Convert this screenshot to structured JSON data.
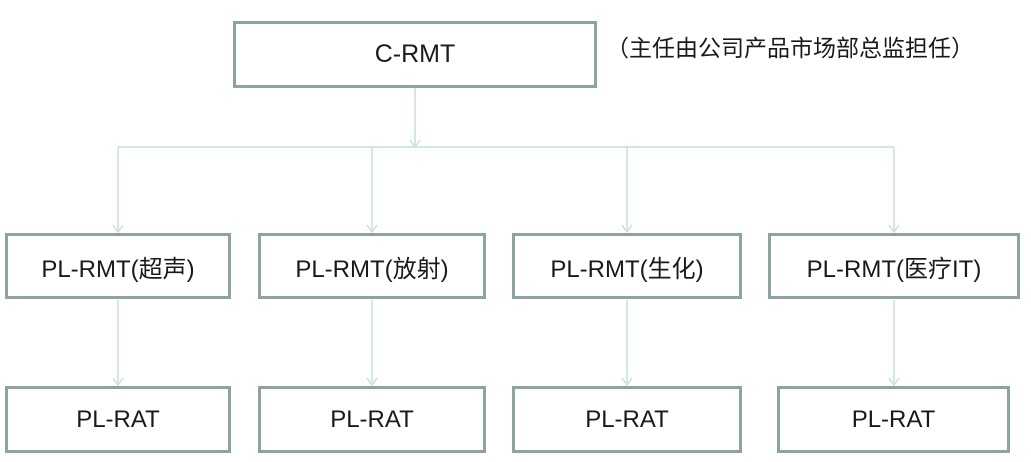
{
  "org": {
    "top": {
      "label": "C-RMT"
    },
    "note": "（主任由公司产品市场部总监担任）",
    "mid": [
      {
        "label": "PL-RMT(超声)"
      },
      {
        "label": "PL-RMT(放射)"
      },
      {
        "label": "PL-RMT(生化)"
      },
      {
        "label": "PL-RMT(医疗IT)"
      }
    ],
    "bottom": [
      {
        "label": "PL-RAT"
      },
      {
        "label": "PL-RAT"
      },
      {
        "label": "PL-RAT"
      },
      {
        "label": "PL-RAT"
      }
    ],
    "colors": {
      "box_border": "#8DA2A3",
      "connector": "#C9DFD8",
      "text": "#1a1a1a",
      "background": "#ffffff"
    }
  }
}
